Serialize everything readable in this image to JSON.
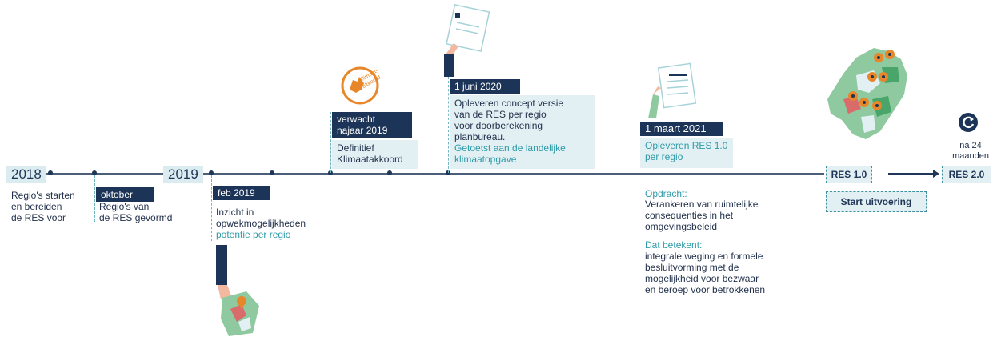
{
  "years": {
    "y2018": "2018",
    "y2019": "2019"
  },
  "events": {
    "start": {
      "text": "Regio's starten\nen bereiden\nde RES voor"
    },
    "oktober": {
      "label": "oktober",
      "text": "Regio's van\nde RES gevormd"
    },
    "feb2019": {
      "label": "feb 2019",
      "text": "Inzicht in\nopwekmogelijkheden",
      "teal": "potentie per regio"
    },
    "klimaat": {
      "label": "verwacht\nnajaar 2019",
      "text": "Definitief\nKlimaatakkoord",
      "logo_text": "Klimaat-\nakkoord"
    },
    "juni2020": {
      "label": "1 juni 2020",
      "text": "Opleveren concept versie\nvan de RES per regio\nvoor doorberekening\nplanbureau.",
      "teal": "Getoetst aan de landelijke\nklimaatopgave"
    },
    "maart2021": {
      "label": "1 maart 2021",
      "teal": "Opleveren RES 1.0\nper regio",
      "opdracht_title": "Opdracht:",
      "opdracht_text": "Verankeren van ruimtelijke\nconsequenties in het\nomgevingsbeleid",
      "betekent_title": "Dat betekent:",
      "betekent_text": "integrale weging en formele\nbesluitvorming met de\nmogelijkheid voor bezwaar\nen beroep voor betrokkenen"
    },
    "res1": {
      "label": "RES 1.0",
      "sub": "Start uitvoering"
    },
    "res2": {
      "label": "RES 2.0",
      "note": "na 24\nmaanden"
    }
  },
  "icons": [
    "hand-holding-map-icon",
    "klimaatakkoord-logo-icon",
    "hand-holding-document-icon",
    "hand-with-pen-document-icon",
    "netherlands-map-pins-icon",
    "refresh-cycle-icon"
  ],
  "colors": {
    "navy": "#1c3457",
    "light": "#e3f0f3",
    "teal": "#2e9ba8",
    "orange": "#e8862a"
  }
}
